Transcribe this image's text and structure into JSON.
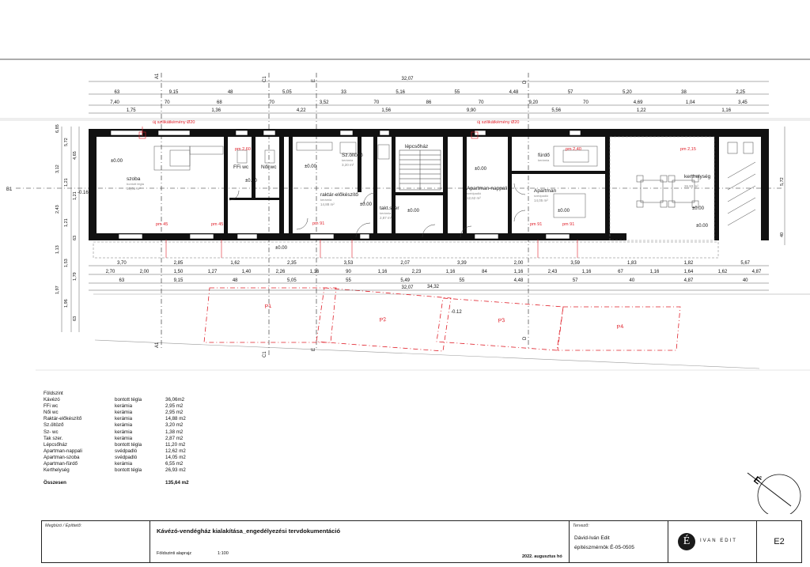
{
  "dims_top": [
    [
      "63",
      "9,15",
      "48",
      "5,05",
      "33",
      "5,16",
      "55",
      "4,48",
      "57",
      "5,20",
      "38",
      "2,25"
    ],
    [
      "7,40",
      "70",
      "68",
      "70",
      "3,52",
      "70",
      "86",
      "70",
      "9,20",
      "70",
      "4,69",
      "1,04",
      "3,45"
    ],
    [
      "1,75",
      "1,36",
      "4,22",
      "1,56",
      "9,90",
      "5,56",
      "1,22",
      "1,16"
    ]
  ],
  "dims_top_total": "32,07",
  "dims_bottom": [
    [
      "3,70",
      "2,85",
      "1,62",
      "2,35",
      "3,53",
      "2,07",
      "3,39",
      "2,00",
      "3,59",
      "1,83",
      "1,82",
      "5,67"
    ],
    [
      "2,70",
      "2,00",
      "1,50",
      "1,27",
      "1,40",
      "2,26",
      "1,16",
      "90",
      "1,16",
      "2,23",
      "1,16",
      "84",
      "1,16",
      "2,43",
      "1,16",
      "67",
      "1,16",
      "1,64",
      "1,62",
      "4,87"
    ],
    [
      "63",
      "9,15",
      "48",
      "5,05",
      "55",
      "5,49",
      "55",
      "4,48",
      "57",
      "40",
      "4,87",
      "40"
    ]
  ],
  "dims_bottom_total": "32,07",
  "dims_bottom_sub": "34,32",
  "dims_left": [
    "6,85",
    "5,72",
    "4,65",
    "3,12",
    "1,21",
    "1,21",
    "2,43",
    "1,21",
    "63",
    "1,13",
    "1,53",
    "1,79",
    "1,97",
    "1,96",
    "63"
  ],
  "dims_right": [
    "5,72",
    "40"
  ],
  "section_marks": {
    "a1": "A1",
    "b1": "B1",
    "c1": "C1",
    "d": "D",
    "e": "E"
  },
  "rooms": [
    {
      "name": "szoba",
      "sub": "bontott tégla",
      "area": "36,06 m²"
    },
    {
      "name": "FFi wc",
      "sub": "",
      "area": ""
    },
    {
      "name": "Női wc",
      "sub": "",
      "area": ""
    },
    {
      "name": "Sz.öltöző",
      "sub": "kerámia",
      "area": "3,20 m²"
    },
    {
      "name": "raktár-előkészítő",
      "sub": "kerámia",
      "area": "14,88 m²"
    },
    {
      "name": "lépcsőház",
      "sub": "",
      "area": ""
    },
    {
      "name": "takt.szer",
      "sub": "kerámia",
      "area": "2,87 m²"
    },
    {
      "name": "Apartman-nappali",
      "sub": "svédpadló",
      "area": "12,62 m²"
    },
    {
      "name": "fürdő",
      "sub": "kerámia",
      "area": ""
    },
    {
      "name": "Apartman",
      "sub": "svédpadló",
      "area": "14,05 m²"
    },
    {
      "name": "kerthelység",
      "sub": "",
      "area": "26,93 m²"
    }
  ],
  "levels": [
    "±0.00",
    "±0.00",
    "±0.00",
    "±0.00",
    "±0.00",
    "±0.00",
    "±0.00",
    "±0.00",
    "±0.00",
    "-0.12",
    "-0.16",
    "±0.00"
  ],
  "red_notes": [
    "új szilikátkémény Ø20",
    "új szilikátkémény Ø20",
    "pm 45",
    "pm 45",
    "pm 91",
    "pm 91",
    "pm 91",
    "pm 2,60",
    "pm 2,40",
    "pm 2,15"
  ],
  "parking": [
    "P1",
    "P2",
    "P3",
    "P4"
  ],
  "schedule": {
    "title": "Földszint",
    "rows": [
      [
        "Kávézó",
        "bontott tégla",
        "36,06m2"
      ],
      [
        "FFi wc",
        "kerámia",
        "2,95 m2"
      ],
      [
        "Női wc",
        "kerámia",
        "2,95 m2"
      ],
      [
        "Raktár-előkészítő",
        "kerámia",
        "14,88 m2"
      ],
      [
        "Sz.öltöző",
        "kerámia",
        "3,20 m2"
      ],
      [
        "Sz- wc",
        "kerámia",
        "1,38 m2"
      ],
      [
        "Tak szer.",
        "kerámia",
        "2,87 m2"
      ],
      [
        "Lépcsőház",
        "bontott tégla",
        "11,20 m2"
      ],
      [
        "Apartman-nappali",
        "svédpadló",
        "12,62 m2"
      ],
      [
        "Apartman-szoba",
        "svédpadló",
        "14,05 m2"
      ],
      [
        "Apartman-fürdő",
        "kerámia",
        "6,55 m2"
      ],
      [
        "Kerthelység",
        "bontott tégla",
        "26,93 m2"
      ]
    ],
    "total_label": "Összesen",
    "total_value": "135,64 m2"
  },
  "north_label": "É",
  "titleblock": {
    "client_label": "Megbízó / Építtető:",
    "project_title": "Kávézó-vendégház kialakítása_engedélyezési tervdokumentáció",
    "plan_name": "Földszinti alaprajz",
    "plan_scale": "1:100",
    "date": "2022. augusztus hó",
    "designer_label": "Tervező:",
    "designer_name": "Dávid-Iván Edit",
    "designer_title": "építészmérnök É-05-0505",
    "logo_letter": "É",
    "logo_text": "IVAN EDIT",
    "sheet_no": "E2"
  },
  "colors": {
    "wall": "#111111",
    "red": "#e0202a",
    "grey": "#8a8a8a",
    "hatch": "#d8d8d8",
    "parking": "#e0202a"
  }
}
